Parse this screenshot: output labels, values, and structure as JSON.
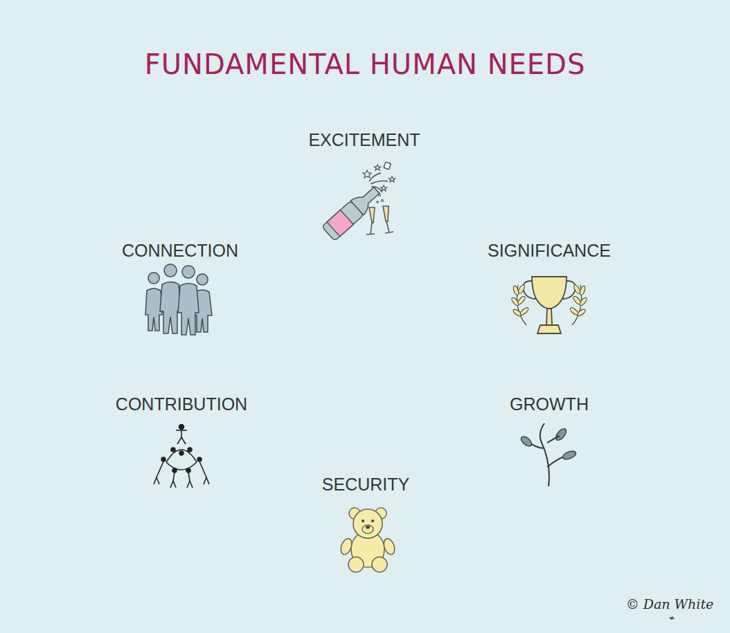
{
  "diagram": {
    "title": "FUNDAMENTAL HUMAN NEEDS",
    "labels": [
      "EXCITEMENT",
      "CONNECTION",
      "SIGNIFICANCE",
      "CONTRIBUTION",
      "GROWTH",
      "SECURITY",
      "© Dan White"
    ]
  }
}
